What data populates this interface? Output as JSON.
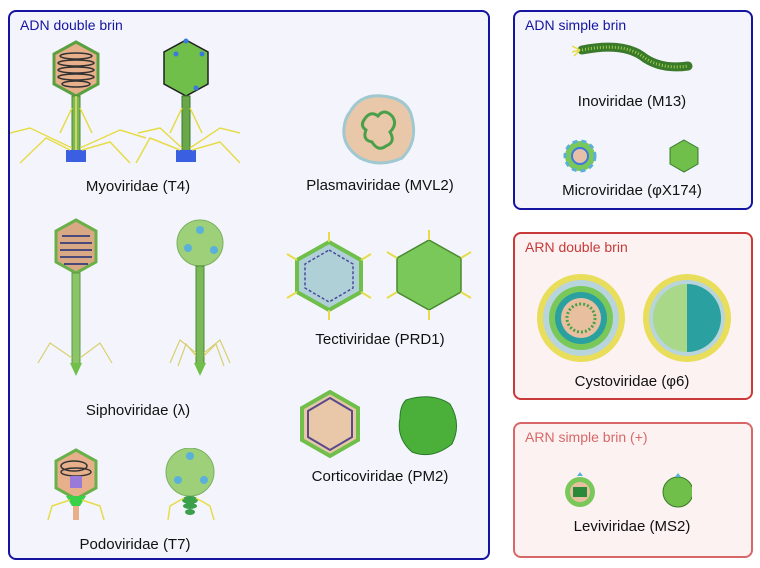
{
  "groups": {
    "dna_double": {
      "title": "ADN double brin",
      "families": [
        {
          "name": "Myoviridae (T4)"
        },
        {
          "name": "Siphoviridae (λ)"
        },
        {
          "name": "Podoviridae (T7)"
        },
        {
          "name": "Plasmaviridae (MVL2)"
        },
        {
          "name": "Tectiviridae (PRD1)"
        },
        {
          "name": "Corticoviridae (PM2)"
        }
      ]
    },
    "dna_single": {
      "title": "ADN simple brin",
      "families": [
        {
          "name": "Inoviridae (M13)"
        },
        {
          "name": "Microviridae (φX174)"
        }
      ]
    },
    "rna_double": {
      "title": "ARN double brin",
      "families": [
        {
          "name": "Cystoviridae (φ6)"
        }
      ]
    },
    "rna_single": {
      "title": "ARN simple brin (+)",
      "families": [
        {
          "name": "Leviviridae (MS2)"
        }
      ]
    }
  },
  "colors": {
    "dna_border": "#1414a0",
    "rna_ds_border": "#c83a3a",
    "rna_ss_border": "#d86868",
    "capsid_green": "#6fbf4a",
    "capsid_inner": "#e8b98f",
    "tail_fiber": "#e6dc4a",
    "baseplate_blue": "#3a5fe0"
  }
}
